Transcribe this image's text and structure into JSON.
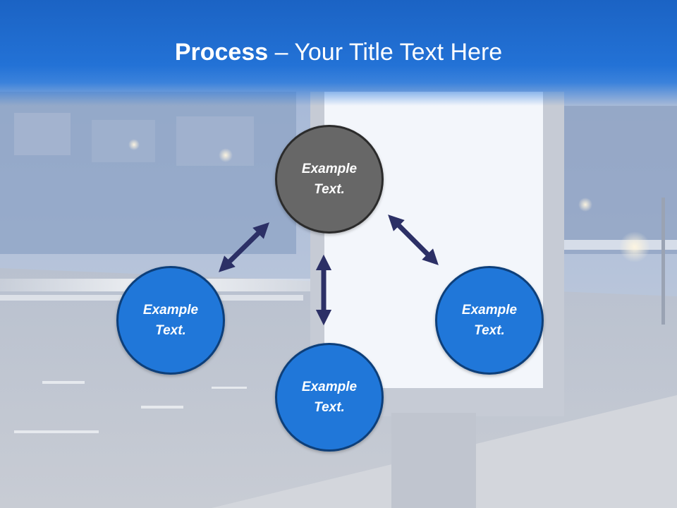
{
  "slide": {
    "title_bold": "Process",
    "title_rest": " – Your Title Text Here"
  },
  "nodes": {
    "top": {
      "line1": "Example",
      "line2": "Text."
    },
    "left": {
      "line1": "Example",
      "line2": "Text."
    },
    "bottom": {
      "line1": "Example",
      "line2": "Text."
    },
    "right": {
      "line1": "Example",
      "line2": "Text."
    }
  },
  "colors": {
    "header": "#1b63c4",
    "node_fill": "#2077d9",
    "center_node_fill": "#676767",
    "arrow": "#2c3066"
  }
}
